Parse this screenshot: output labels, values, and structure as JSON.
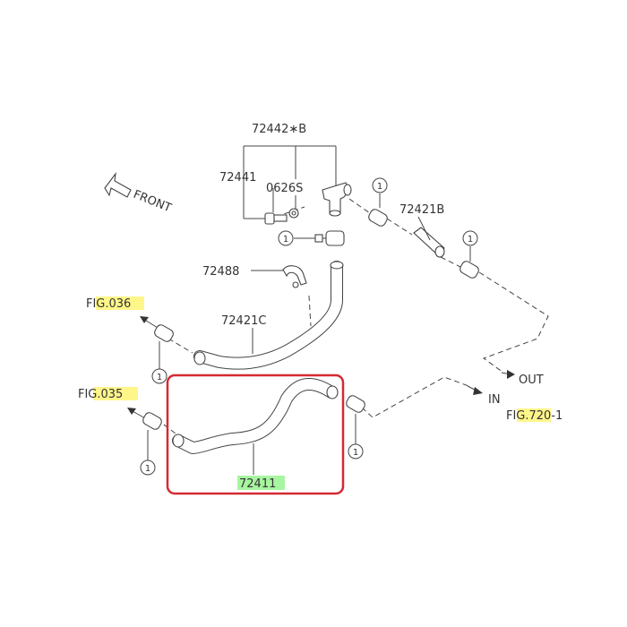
{
  "labels": {
    "part_72442b": "72442∗B",
    "part_72441": "72441",
    "part_0626s": "0626S",
    "part_72421b": "72421B",
    "part_72488": "72488",
    "part_72421c": "72421C",
    "part_72411": "72411",
    "front": "FRONT",
    "out": "OUT",
    "in": "IN",
    "fig_036": "FIG.036",
    "fig_035": "FIG.035",
    "fig_720_1": "FIG.720-1",
    "clamp_ref": "1"
  },
  "colors": {
    "highlight_yellow": "#fff68a",
    "highlight_green": "#a8f5a0",
    "selection_box": "#d42a32",
    "line": "#444444"
  },
  "selected_part": "72411"
}
